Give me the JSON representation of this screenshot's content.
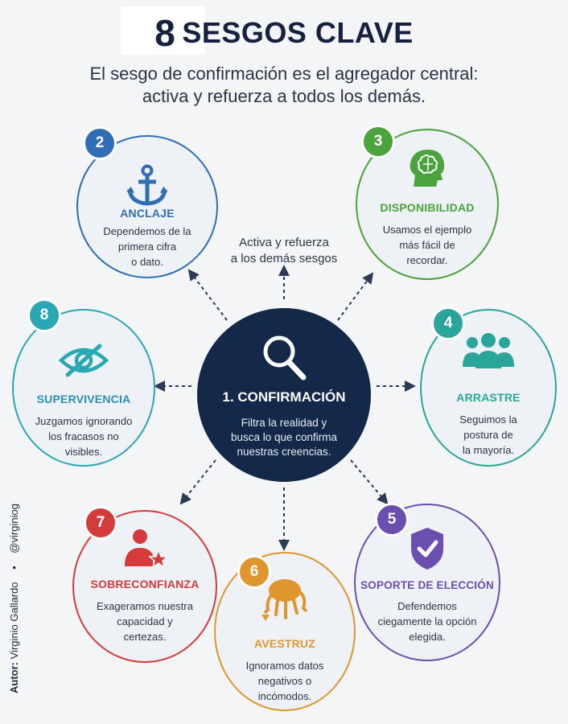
{
  "title": {
    "number": "8",
    "text": "SESGOS CLAVE"
  },
  "subtitle": {
    "line1": "El sesgo de confirmación es el agregador central:",
    "line2": "activa y refuerza a todos los demás."
  },
  "center_hint": {
    "line1": "Activa y refuerza",
    "line2": "a los demás sesgos"
  },
  "center": {
    "icon": "magnifier-icon",
    "name": "1. CONFIRMACIÓN",
    "desc": [
      "Filtra la realidad y",
      "busca lo que confirma",
      "nuestras creencias."
    ]
  },
  "biases": [
    {
      "key": "anclaje",
      "number": "2",
      "name": "ANCLAJE",
      "icon": "anchor-icon",
      "color": "#2f6db5",
      "desc": [
        "Dependemos de la",
        "primera cifra",
        "o dato."
      ]
    },
    {
      "key": "disponibilidad",
      "number": "3",
      "name": "DISPONIBILIDAD",
      "icon": "brain-head-icon",
      "color": "#4aa33c",
      "desc": [
        "Usamos el ejemplo",
        "más fácil de",
        "recordar."
      ]
    },
    {
      "key": "arrastre",
      "number": "4",
      "name": "ARRASTRE",
      "icon": "group-icon",
      "color": "#2aa59a",
      "desc": [
        "Seguimos la",
        "postura de",
        "la mayoría."
      ]
    },
    {
      "key": "soporte",
      "number": "5",
      "name": "SOPORTE DE ELECCIÓN",
      "icon": "shield-check-icon",
      "color": "#6b4fb0",
      "desc": [
        "Defendemos",
        "ciegamente la opción",
        "elegida."
      ]
    },
    {
      "key": "avestruz",
      "number": "6",
      "name": "AVESTRUZ",
      "icon": "ostrich-icon",
      "color": "#e0962e",
      "desc": [
        "Ignoramos datos",
        "negativos o",
        "incómodos."
      ]
    },
    {
      "key": "sobreconfianza",
      "number": "7",
      "name": "SOBRECONFIANZA",
      "icon": "person-star-icon",
      "color": "#d53b3b",
      "desc": [
        "Exageramos nuestra",
        "capacidad y",
        "certezas."
      ]
    },
    {
      "key": "supervivencia",
      "number": "8",
      "name": "SUPERVIVENCIA",
      "icon": "eye-slash-icon",
      "color": "#2aa7b5",
      "desc": [
        "Juzgamos ignorando",
        "los fracasos no",
        "visibles."
      ]
    }
  ],
  "author": {
    "label": "Autor:",
    "name": "Virginio Gallardo",
    "separator": "•",
    "handle": "@virginiog"
  },
  "colors": {
    "navy": "#14284a",
    "arrow": "#2b3a55",
    "background": "#f4f5f7"
  }
}
